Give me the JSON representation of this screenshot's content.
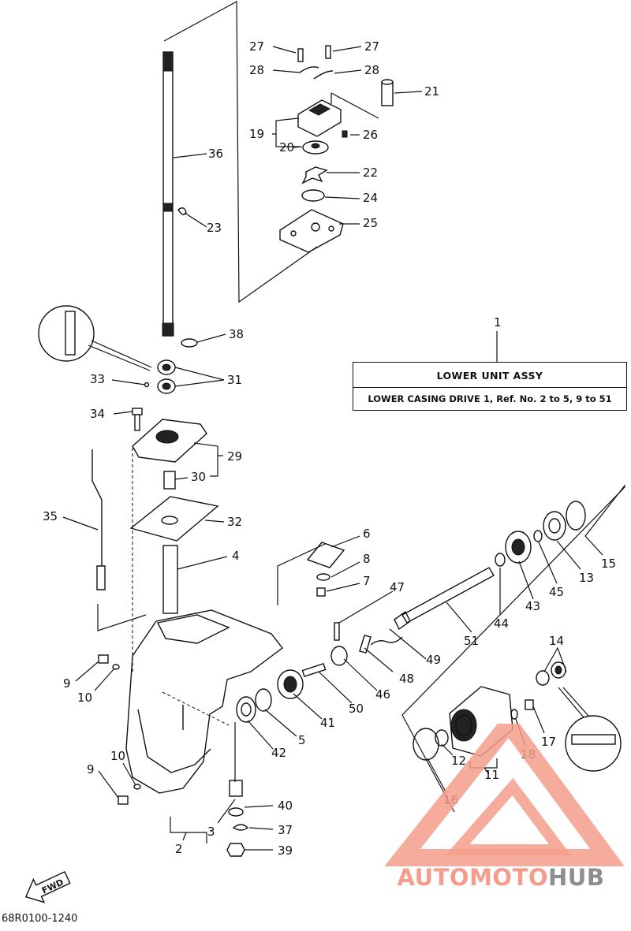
{
  "title_box": {
    "main": "LOWER  UNIT ASSY",
    "sub": "LOWER CASING DRIVE 1, Ref. No. 2 to 5, 9 to 51"
  },
  "document_code": "68R0100-1240",
  "fwd_label": "FWD",
  "callouts": [
    "1",
    "2",
    "3",
    "4",
    "5",
    "6",
    "7",
    "8",
    "9",
    "10",
    "11",
    "12",
    "13",
    "14",
    "15",
    "16",
    "17",
    "18",
    "19",
    "20",
    "21",
    "22",
    "23",
    "24",
    "25",
    "26",
    "27",
    "28",
    "29",
    "30",
    "31",
    "32",
    "33",
    "34",
    "35",
    "36",
    "37",
    "38",
    "39",
    "40",
    "41",
    "42",
    "43",
    "44",
    "45",
    "46",
    "47",
    "48",
    "49",
    "50",
    "51"
  ],
  "watermark": {
    "part_a": "AUTOMOTO",
    "part_b": "HUB",
    "color_a": "#f59d8c",
    "color_b": "#8e8e8e"
  }
}
